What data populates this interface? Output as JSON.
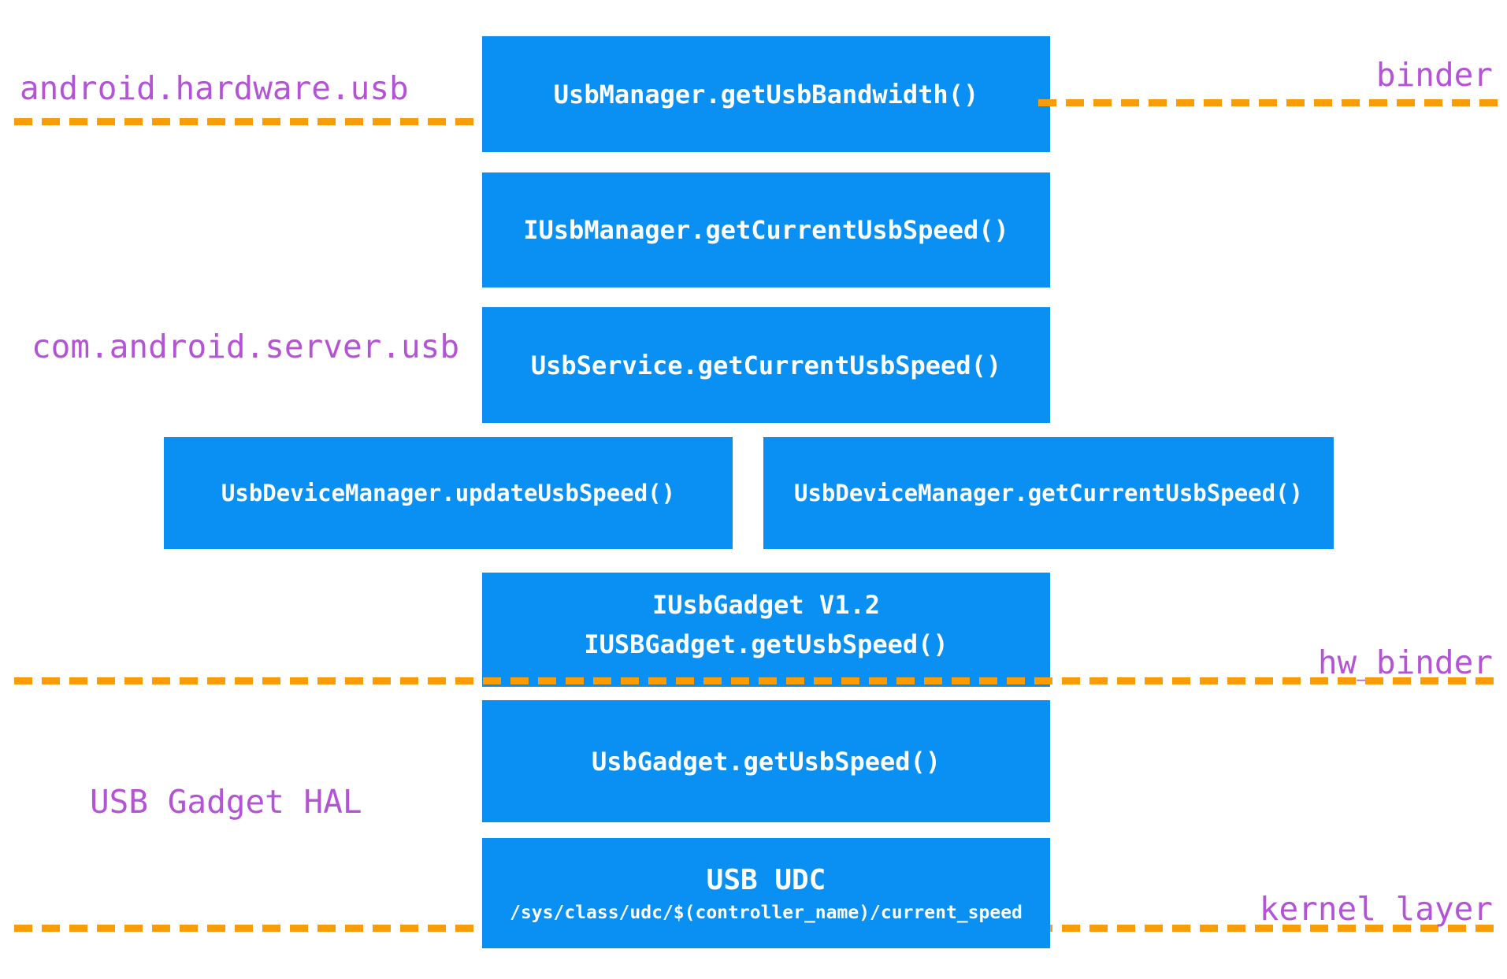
{
  "diagram": {
    "colors": {
      "box_blue": "#0A90F2",
      "dash_orange": "#F99C05",
      "label_purple": "#B553D7",
      "box_text": "#FFFFFF"
    },
    "layer_labels": {
      "android_hardware_usb": "android.hardware.usb",
      "binder": "binder",
      "com_android_server_usb": "com.android.server.usb",
      "hw_binder": "hw_binder",
      "usb_gadget_hal": "USB Gadget HAL",
      "kernel_layer": "kernel layer"
    },
    "boxes": {
      "usb_manager": "UsbManager.getUsbBandwidth()",
      "iusb_manager": "IUsbManager.getCurrentUsbSpeed()",
      "usb_service": "UsbService.getCurrentUsbSpeed()",
      "usb_device_manager_update": "UsbDeviceManager.updateUsbSpeed()",
      "usb_device_manager_get": "UsbDeviceManager.getCurrentUsbSpeed()",
      "iusb_gadget_line1": "IUsbGadget V1.2",
      "iusb_gadget_line2": "IUSBGadget.getUsbSpeed()",
      "usb_gadget": "UsbGadget.getUsbSpeed()",
      "usb_udc_line1": "USB UDC",
      "usb_udc_line2": "/sys/class/udc/$(controller_name)/current_speed"
    }
  }
}
